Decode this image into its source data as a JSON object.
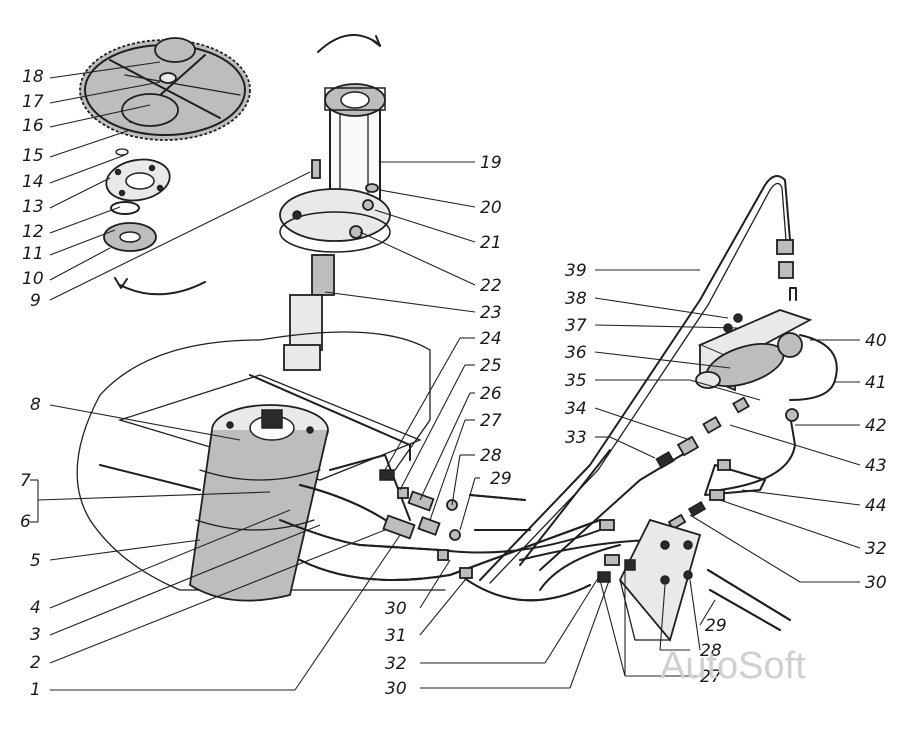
{
  "labels_left": [
    "18",
    "17",
    "16",
    "15",
    "14",
    "13",
    "12",
    "11",
    "10",
    "9",
    "8",
    "7",
    "6",
    "5",
    "4",
    "3",
    "2",
    "1"
  ],
  "labels_center": [
    "19",
    "20",
    "21",
    "22",
    "23",
    "24",
    "25",
    "26",
    "27",
    "28",
    "29",
    "30",
    "31",
    "32",
    "30"
  ],
  "labels_right": [
    "39",
    "38",
    "37",
    "36",
    "35",
    "34",
    "33",
    "40",
    "41",
    "42",
    "43",
    "44",
    "32",
    "30",
    "29",
    "28",
    "27"
  ],
  "watermark": "AutoSoft"
}
